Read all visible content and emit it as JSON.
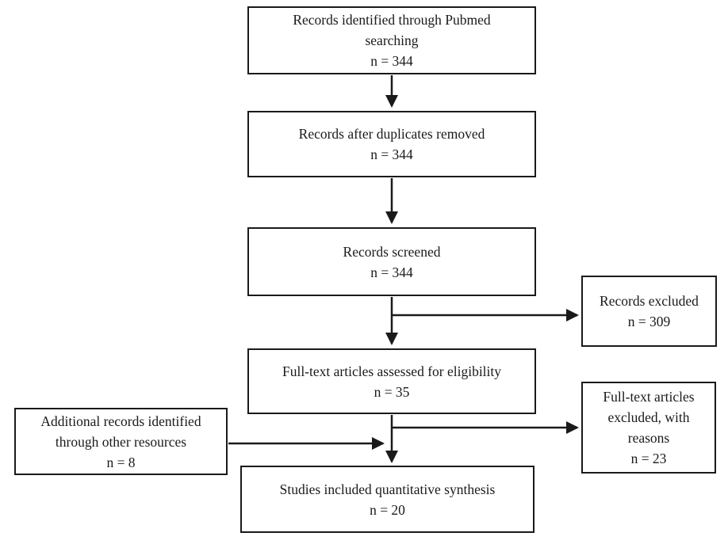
{
  "diagram": {
    "boxes": {
      "identified": {
        "label": "Records identified through Pubmed\nsearching",
        "count": "n = 344"
      },
      "duplicates_removed": {
        "label": "Records after duplicates removed",
        "count": "n = 344"
      },
      "screened": {
        "label": "Records screened",
        "count": "n = 344"
      },
      "records_excluded": {
        "label": "Records excluded",
        "count": "n = 309"
      },
      "fulltext_assessed": {
        "label": "Full-text articles assessed for eligibility",
        "count": "n = 35"
      },
      "fulltext_excluded": {
        "label": "Full-text articles\nexcluded, with\nreasons",
        "count": "n = 23"
      },
      "additional_records": {
        "label": "Additional records identified\nthrough other resources",
        "count": "n = 8"
      },
      "included": {
        "label": "Studies included quantitative synthesis",
        "count": "n = 20"
      }
    }
  },
  "colors": {
    "line": "#1a1a1a",
    "text": "#1a1a1a",
    "bg": "#ffffff"
  }
}
